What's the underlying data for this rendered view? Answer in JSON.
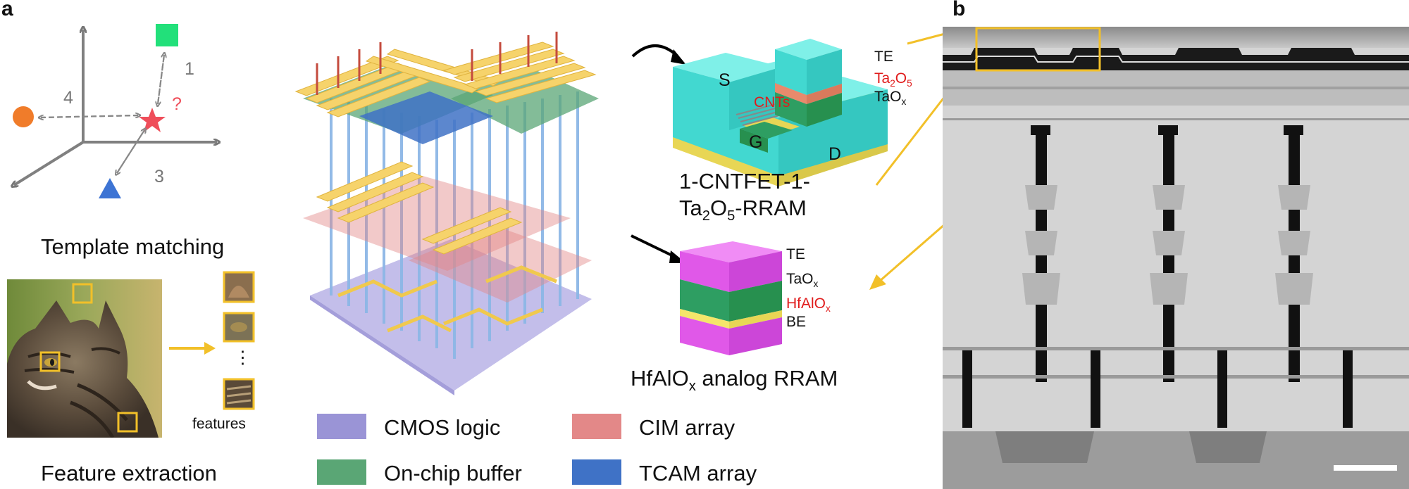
{
  "panel_a": {
    "letter": "a",
    "template_matching": {
      "caption": "Template matching",
      "distance_labels": [
        "1",
        "3",
        "4"
      ],
      "query_mark": "?"
    },
    "feature_extraction": {
      "caption": "Feature extraction",
      "features_label": "features",
      "ellipsis": "⋮"
    },
    "chip": {
      "legend": [
        {
          "label": "CMOS logic",
          "color": "#9a94d6"
        },
        {
          "label": "CIM array",
          "color": "#e38888"
        },
        {
          "label": "On-chip buffer",
          "color": "#5aa675"
        },
        {
          "label": "TCAM array",
          "color": "#3f72c6"
        }
      ]
    },
    "cntfet": {
      "caption_line1": "1-CNTFET-1-",
      "caption_line2_pre": "Ta",
      "caption_line2_sub1": "2",
      "caption_line2_mid": "O",
      "caption_line2_sub2": "5",
      "caption_line2_post": "-RRAM",
      "labels": {
        "S": "S",
        "G": "G",
        "D": "D",
        "CNTs": "CNTs",
        "TE": "TE",
        "Ta2O5_pre": "Ta",
        "Ta2O5_sub1": "2",
        "Ta2O5_mid": "O",
        "Ta2O5_sub2": "5",
        "TaOx_pre": "TaO",
        "TaOx_sub": "x"
      }
    },
    "analog_rram": {
      "caption_pre": "HfAlO",
      "caption_sub": "x",
      "caption_post": " analog RRAM",
      "labels": {
        "TE": "TE",
        "TaOx_pre": "TaO",
        "TaOx_sub": "x",
        "HfAlOx_pre": "HfAlO",
        "HfAlOx_sub": "x",
        "BE": "BE"
      }
    }
  },
  "panel_b": {
    "letter": "b"
  }
}
